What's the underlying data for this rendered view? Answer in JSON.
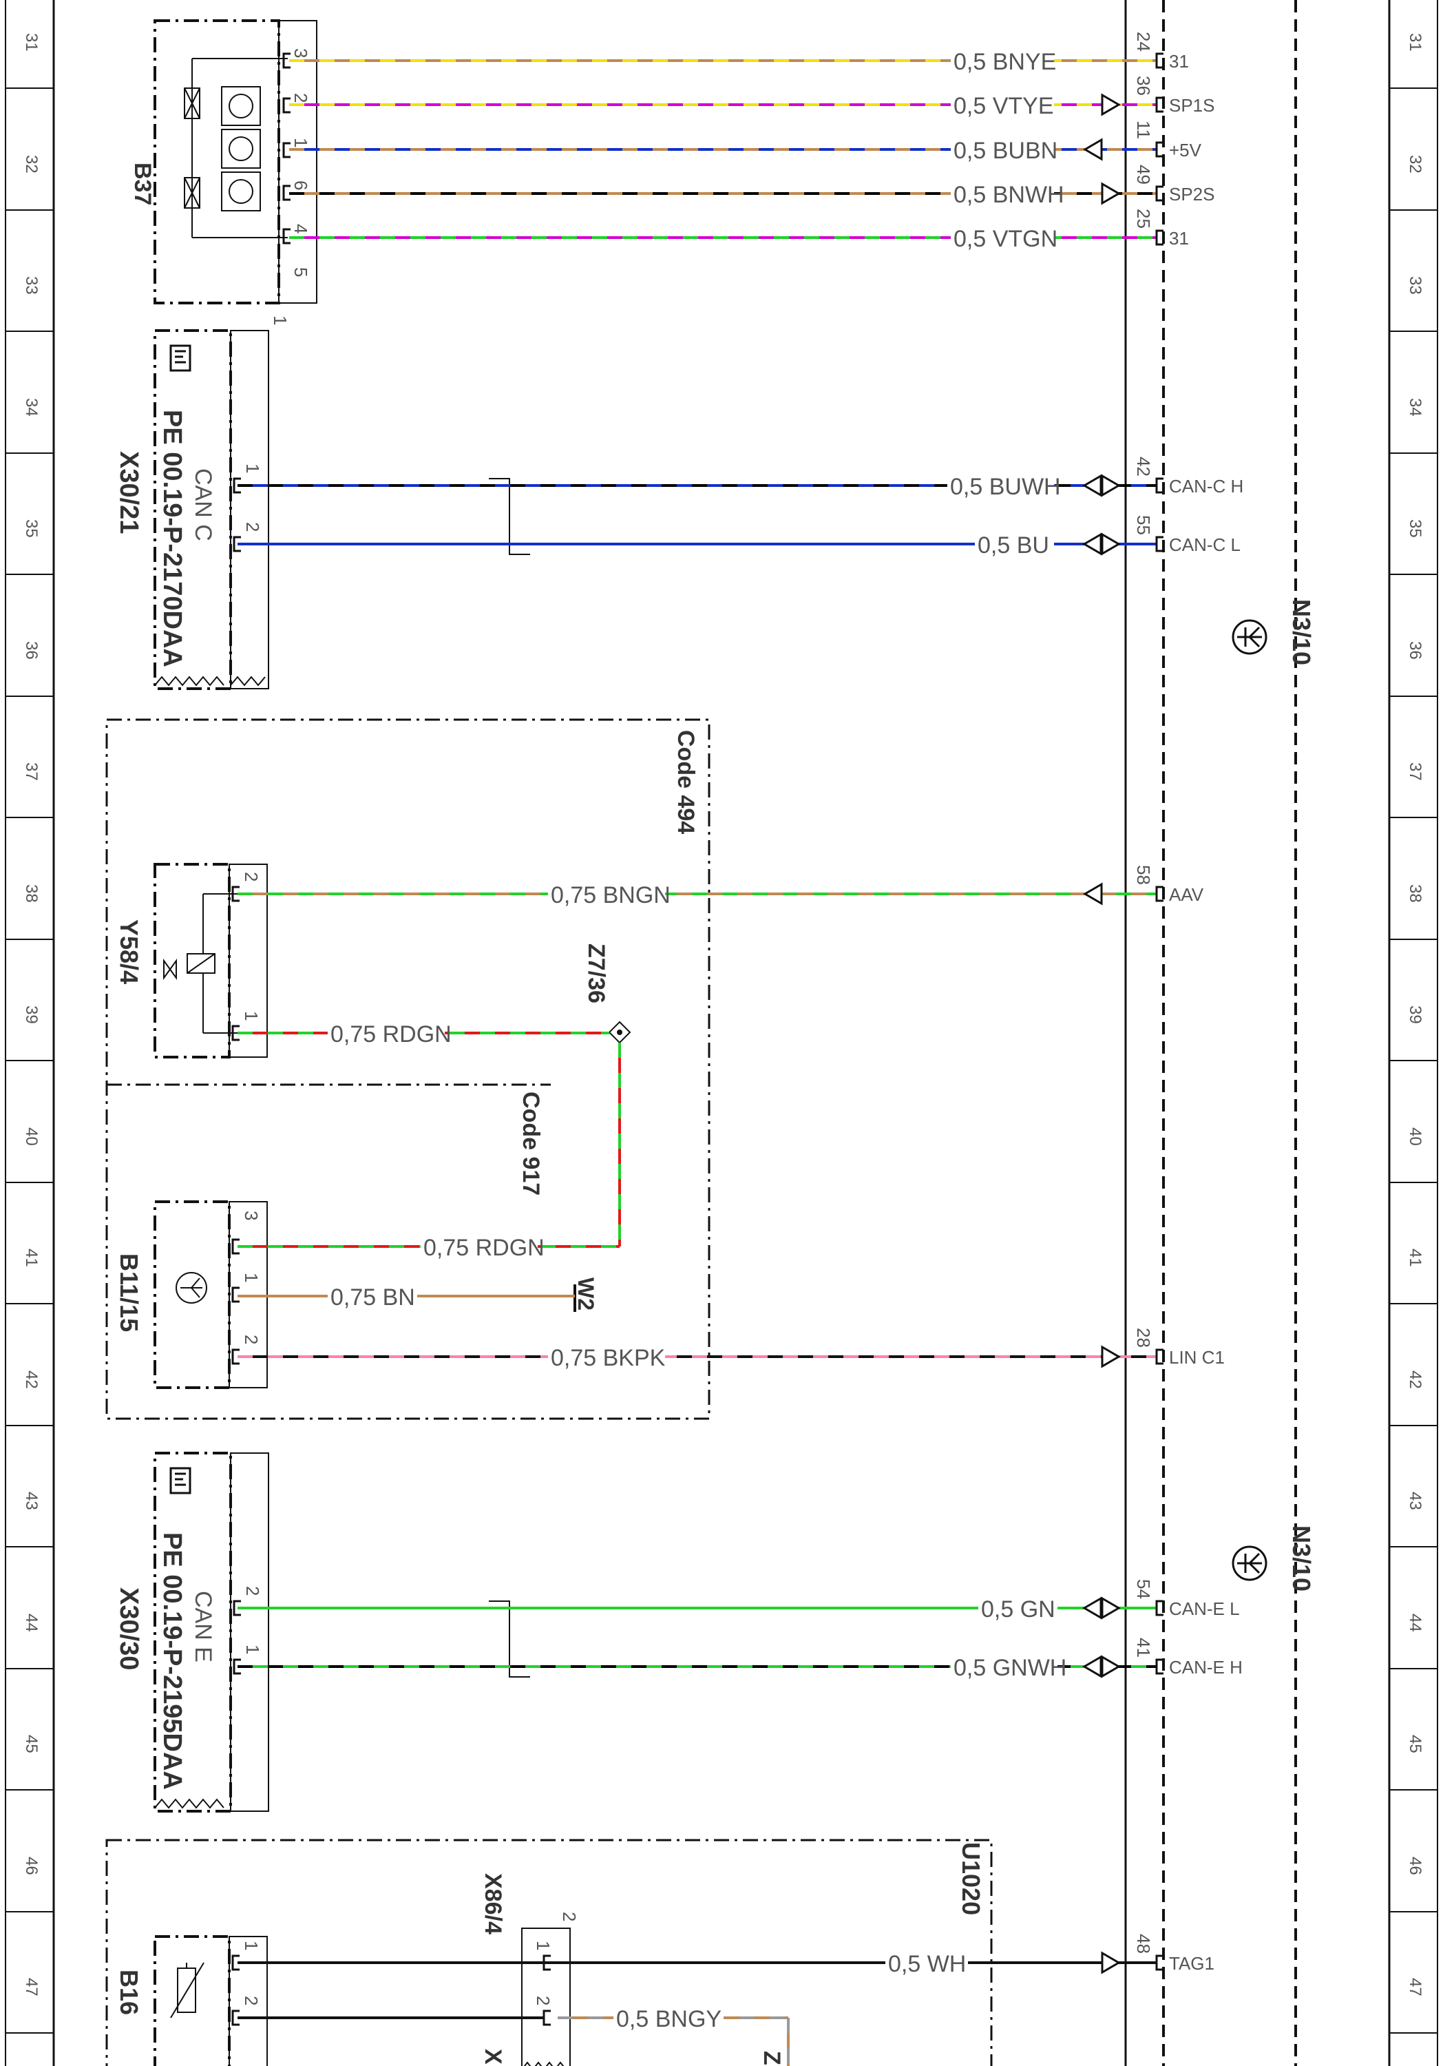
{
  "rulers": [
    "31",
    "32",
    "33",
    "34",
    "35",
    "36",
    "37",
    "38",
    "39",
    "40",
    "41",
    "42",
    "43",
    "44",
    "45",
    "46",
    "47"
  ],
  "components": {
    "b37": "B37",
    "x30_21": "X30/21",
    "x30_21_part": "PE 00.19-P-2170DAA",
    "x30_21_bus": "CAN C",
    "y58_4": "Y58/4",
    "b11_15": "B11/15",
    "x30_30": "X30/30",
    "x30_30_part": "PE 00.19-P-2195DAA",
    "x30_30_bus": "CAN E",
    "b16": "B16",
    "x86_4": "X86/4",
    "x86_4_pin": "2",
    "z7_36": "Z7/36",
    "w2": "W2",
    "u1020": "U1020",
    "code494": "Code 494",
    "code917": "Code 917",
    "n3_10_a": "N3/10",
    "n3_10_b": "N3/10",
    "bottom_z": "Z",
    "bottom_x": "X"
  },
  "connectors": {
    "b37_pins": [
      "3",
      "2",
      "1",
      "6",
      "4",
      "5"
    ],
    "b37_extra": "1",
    "x30_21_pins": [
      "1",
      "2"
    ],
    "y58_4_pins": [
      "2",
      "1"
    ],
    "b11_15_pins": [
      "3",
      "1",
      "2"
    ],
    "x30_30_pins": [
      "2",
      "1"
    ],
    "b16_pins": [
      "1",
      "2"
    ],
    "x86_4_pins": [
      "1",
      "2"
    ]
  },
  "wires": [
    {
      "label": "0,5 BNYE",
      "pin": "24",
      "signal": "31"
    },
    {
      "label": "0,5 VTYE",
      "pin": "36",
      "signal": "SP1S"
    },
    {
      "label": "0,5 BUBN",
      "pin": "11",
      "signal": "+5V"
    },
    {
      "label": "0,5 BNWH",
      "pin": "49",
      "signal": "SP2S"
    },
    {
      "label": "0,5 VTGN",
      "pin": "25",
      "signal": "31"
    },
    {
      "label": "0,5 BUWH",
      "pin": "42",
      "signal": "CAN-C H"
    },
    {
      "label": "0,5 BU",
      "pin": "55",
      "signal": "CAN-C L"
    },
    {
      "label": "0,75 BNGN",
      "pin": "58",
      "signal": "AAV"
    },
    {
      "label": "0,75 RDGN"
    },
    {
      "label": "0,75 RDGN"
    },
    {
      "label": "0,75 BN"
    },
    {
      "label": "0,75 BKPK",
      "pin": "28",
      "signal": "LIN C1"
    },
    {
      "label": "0,5 GN",
      "pin": "54",
      "signal": "CAN-E L"
    },
    {
      "label": "0,5 GNWH",
      "pin": "41",
      "signal": "CAN-E H"
    },
    {
      "label": "0,5 WH",
      "pin": "48",
      "signal": "TAG1"
    },
    {
      "label": "0,5 BNGY"
    }
  ],
  "colors": {
    "BN": "#c08a52",
    "YE": "#f2e200",
    "VT": "#d400d4",
    "BU": "#1430c8",
    "WH": "#ffffff",
    "GN": "#22d22a",
    "RD": "#e01a1a",
    "PK": "#ff80b0",
    "BK": "#111111",
    "GY": "#9a9a9a"
  }
}
